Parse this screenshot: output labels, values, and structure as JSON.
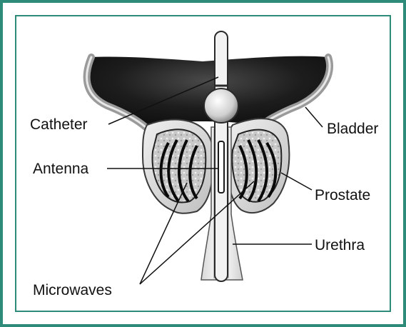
{
  "diagram": {
    "labels": {
      "catheter": "Catheter",
      "bladder": "Bladder",
      "antenna": "Antenna",
      "prostate": "Prostate",
      "urethra": "Urethra",
      "microwaves": "Microwaves"
    },
    "colors": {
      "border": "#2e8a79",
      "bladder_fill": "#1c1c1c",
      "tissue": "#bdbdbd",
      "ink": "#111111"
    }
  }
}
